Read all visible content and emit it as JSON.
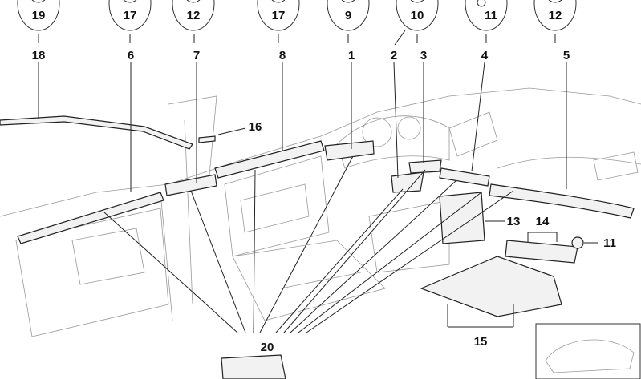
{
  "callouts_top": [
    "19",
    "17",
    "12",
    "17",
    "9",
    "10",
    "11",
    "12"
  ],
  "labels": {
    "p18": "18",
    "p6": "6",
    "p7": "7",
    "p8": "8",
    "p1": "1",
    "p2": "2",
    "p3": "3",
    "p4": "4",
    "p5": "5",
    "p16": "16",
    "p13": "13",
    "p14": "14",
    "p11": "11",
    "p15": "15",
    "p20": "20"
  }
}
